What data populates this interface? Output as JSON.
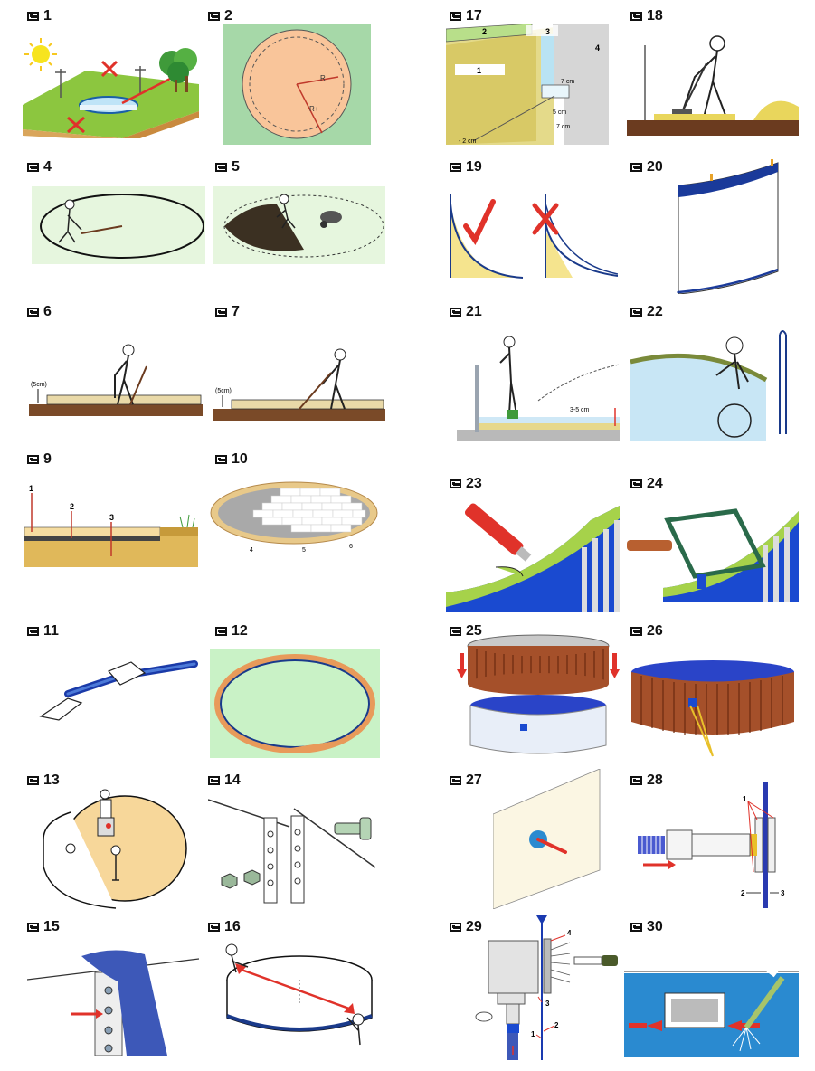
{
  "figures": [
    {
      "num": "1"
    },
    {
      "num": "2"
    },
    {
      "num": "17"
    },
    {
      "num": "18"
    },
    {
      "num": "4"
    },
    {
      "num": "5"
    },
    {
      "num": "19"
    },
    {
      "num": "20"
    },
    {
      "num": "6"
    },
    {
      "num": "7"
    },
    {
      "num": "21"
    },
    {
      "num": "22"
    },
    {
      "num": "9"
    },
    {
      "num": "10"
    },
    {
      "num": "23"
    },
    {
      "num": "24"
    },
    {
      "num": "11"
    },
    {
      "num": "12"
    },
    {
      "num": "25"
    },
    {
      "num": "26"
    },
    {
      "num": "13"
    },
    {
      "num": "14"
    },
    {
      "num": "27"
    },
    {
      "num": "28"
    },
    {
      "num": "15"
    },
    {
      "num": "16"
    },
    {
      "num": "29"
    },
    {
      "num": "30"
    }
  ],
  "annotations": {
    "fig2_r1": "R",
    "fig2_r2": "R+",
    "fig17_n1": "1",
    "fig17_n2": "2",
    "fig17_n3": "3",
    "fig17_n4": "4",
    "fig17_d1": "7 cm",
    "fig17_d2": "5 cm",
    "fig17_d3": "7 cm",
    "fig17_d4": "- 2 cm",
    "fig6_depth": "(5cm)",
    "fig7_depth": "(5cm)",
    "fig21_depth": "3-5 cm",
    "fig9_n1": "1",
    "fig9_n2": "2",
    "fig9_n3": "3",
    "fig10_n4": "4",
    "fig10_n5": "5",
    "fig10_n6": "6",
    "fig28_n1": "1",
    "fig28_n2": "2",
    "fig28_n3": "3",
    "fig29_n1": "1",
    "fig29_n2": "2",
    "fig29_n3": "3",
    "fig29_n4": "4"
  }
}
